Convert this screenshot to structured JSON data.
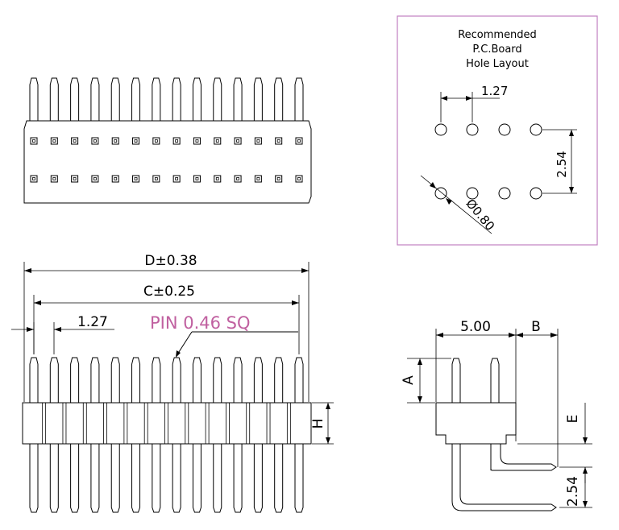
{
  "hole_layout": {
    "title_lines": [
      "Recommended",
      "P.C.Board",
      "Hole Layout"
    ],
    "pitch_label": "1.27",
    "row_spacing_label": "2.54",
    "hole_diameter_label": "Ø0.80",
    "border_color": "#c080c0"
  },
  "front_view": {
    "dim_d_label": "D±0.38",
    "dim_c_label": "C±0.25",
    "pitch_label": "1.27",
    "pin_callout_label": "PIN 0.46 SQ",
    "height_label": "H",
    "callout_color": "#c060a0",
    "pin_count": 14
  },
  "side_view": {
    "dim_a_label": "A",
    "dim_offset_label": "5.00",
    "dim_b_label": "B",
    "dim_e_label": "E",
    "dim_row_label": "2.54"
  }
}
